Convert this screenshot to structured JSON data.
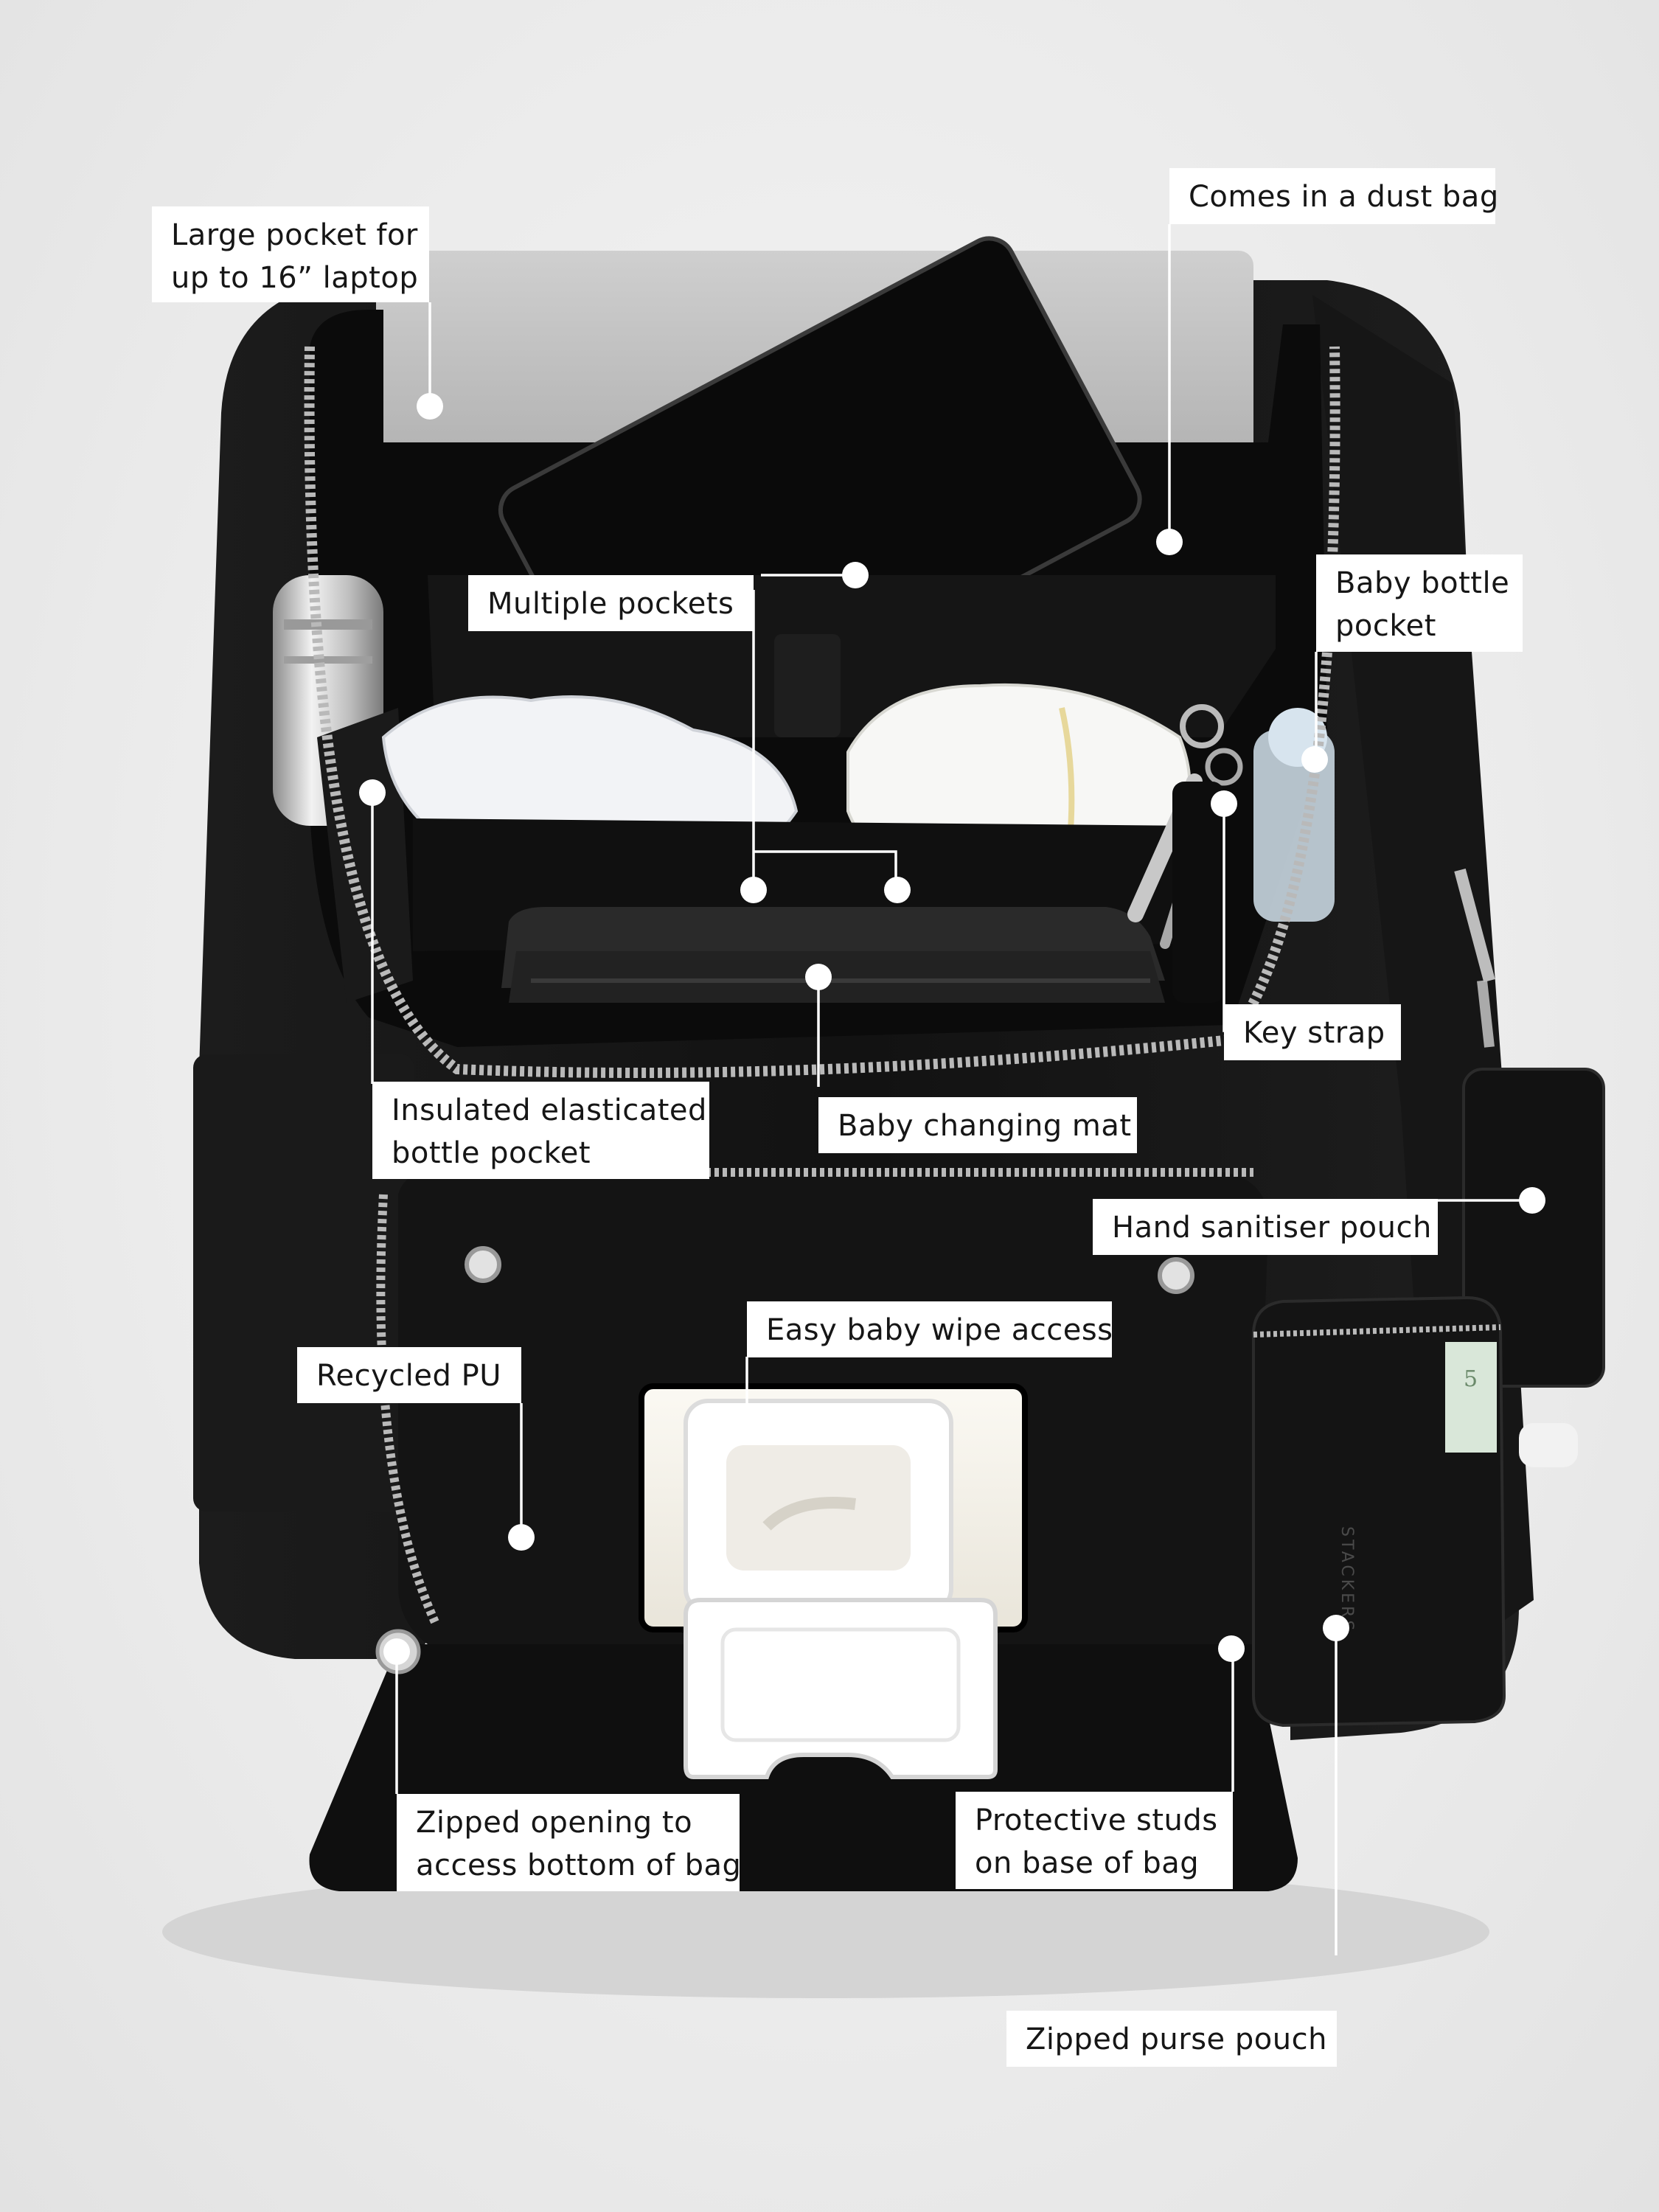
{
  "brand": {
    "mark": "STACKERS",
    "note_value": "5"
  },
  "callouts": {
    "large_pocket": {
      "line1": "Large pocket for",
      "line2": "up to 16” laptop"
    },
    "dust_bag": {
      "line1": "Comes in a dust bag"
    },
    "multiple_pockets": {
      "line1": "Multiple pockets"
    },
    "baby_bottle_pocket": {
      "line1": "Baby bottle",
      "line2": "pocket"
    },
    "key_strap": {
      "line1": "Key strap"
    },
    "insulated_bottle": {
      "line1": "Insulated elasticated",
      "line2": "bottle pocket"
    },
    "changing_mat": {
      "line1": "Baby changing mat"
    },
    "hand_sanitiser": {
      "line1": "Hand sanitiser pouch"
    },
    "wipe_access": {
      "line1": "Easy baby wipe access"
    },
    "recycled_pu": {
      "line1": "Recycled PU"
    },
    "zipped_opening": {
      "line1": "Zipped opening to",
      "line2": "access bottom of bag"
    },
    "protective_studs": {
      "line1": "Protective studs",
      "line2": "on base of bag"
    },
    "purse_pouch": {
      "line1": "Zipped purse pouch"
    }
  },
  "colors": {
    "leather": "#111111",
    "leather_highlight": "#2a2a2a",
    "zip": "#b9b9b9",
    "label_bg": "#ffffff",
    "dot": "#ffffff"
  }
}
